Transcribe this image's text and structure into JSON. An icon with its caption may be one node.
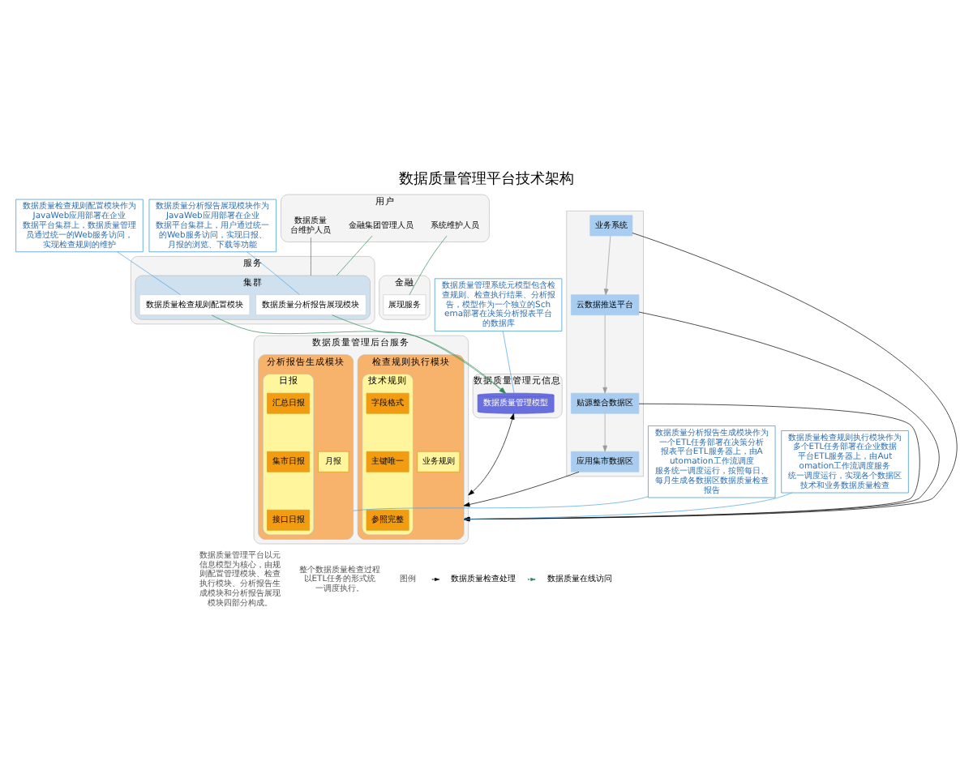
{
  "diagram": {
    "title": "数据质量管理平台技术架构",
    "nodes": [
      {
        "text": [],
        "shape": "box"
      },
      {
        "text": [
          "应用集市数据区"
        ],
        "in": 0
      },
      {
        "text": [
          "贴源整合数据区"
        ],
        "in": 0
      },
      {
        "text": [
          "云数据推送平台"
        ],
        "in": 0
      },
      {
        "text": [
          "业务系统"
        ],
        "in": 0
      },
      {
        "text": [
          "数据质量管理元信息"
        ]
      },
      {
        "text": [
          "数据质量管理模型"
        ],
        "in": 5
      },
      {
        "text": [
          "数据质量管理后台服务"
        ]
      },
      {
        "text": [
          "检查规则执行模块"
        ],
        "in": 7
      },
      {
        "text": [
          "业务规则"
        ],
        "in": 8
      },
      {
        "text": [
          "技术规则"
        ],
        "in": 8
      },
      {
        "text": [
          "字段格式"
        ],
        "in": 10
      },
      {
        "text": [
          "主键唯一"
        ],
        "in": 10
      },
      {
        "text": [
          "参照完整"
        ],
        "in": 10
      },
      {
        "text": [
          "分析报告生成模块"
        ],
        "in": 7
      },
      {
        "text": [
          "月报"
        ],
        "in": 14
      },
      {
        "text": [
          "日报"
        ],
        "in": 14
      },
      {
        "text": [
          "汇总日报"
        ],
        "in": 16
      },
      {
        "text": [
          "集市日报"
        ],
        "in": 16
      },
      {
        "text": [
          "接口日报"
        ],
        "in": 16
      },
      {
        "text": [
          "服务"
        ]
      },
      {
        "text": [
          "集群"
        ],
        "in": 20
      },
      {
        "text": [
          "数据质量检查规则配置模块"
        ],
        "in": 21
      },
      {
        "text": [
          "数据质量分析报告展现模块"
        ],
        "in": 21
      },
      {
        "text": [
          "金融"
        ]
      },
      {
        "text": [
          "展现服务"
        ],
        "in": 24
      },
      {
        "text": [
          "用户"
        ]
      },
      {
        "text": [
          "金融集团管理人员"
        ],
        "in": 26
      },
      {
        "text": [
          "数据质量",
          "台维护人员"
        ],
        "in": 26
      },
      {
        "text": [
          "系统维护人员"
        ],
        "in": 26
      },
      {
        "text": [
          "数据质量管理系统元模型包含检查规则、检查执行结果、分析报告，模型作为一个独立的Schema部署在决策分析报表平台的数据库"
        ]
      },
      {
        "text": [
          "数据质量检查规则配置模块作为JavaWeb应用部署在企业数据平台集群上，数据质量管理员通过统一的Web服务访问，实现检查规则的维护"
        ]
      },
      {
        "text": [
          "数据质量检查规则执行模块作为多个ETL任务部署在企业数据平台ETL服务器上，由Automation工作流调度服务统一调度运行，实现各个数据区技术和业务数据质量检查"
        ]
      },
      {
        "text": [
          "数据质量分析报告展现模块作为JavaWeb应用部署在企业数据平台集群上，用户通过统一的Web服务访问，实现日报、月报的浏览、下载等功能"
        ]
      },
      {
        "text": [
          "数据质量分析报告生成模块作为一个ETL任务部署在决策分析报表平台ETL服务器上，由Automation工作流调度服务统一调度运行，按照每日、每月生成各数据区数据质量检查报告"
        ]
      }
    ],
    "edges": [
      {
        "from": 4,
        "to": 3,
        "arrow": "to",
        "color": "#999999"
      },
      {
        "from": 3,
        "to": 2,
        "arrow": "to",
        "color": "#999999"
      },
      {
        "from": 2,
        "to": 1,
        "arrow": "to",
        "color": "#999999"
      },
      {
        "from": 1,
        "to": 8,
        "arrow": "to"
      },
      {
        "from": 2,
        "to": 8,
        "arrow": "to"
      },
      {
        "from": 3,
        "to": 8,
        "arrow": "to"
      },
      {
        "from": 4,
        "to": 8,
        "arrow": "to"
      },
      {
        "from": 6,
        "to": 7,
        "arrow": "both"
      },
      {
        "from": 22,
        "to": 6,
        "arrow": "to",
        "color": "#2e8b57"
      },
      {
        "from": 23,
        "to": 6,
        "arrow": "to",
        "color": "#2e8b57"
      },
      {
        "from": 27,
        "to": 21,
        "arrow": "none",
        "color": "#2e8b57"
      },
      {
        "from": 28,
        "to": 21,
        "arrow": "none",
        "color": "#2e8b57"
      },
      {
        "from": 29,
        "to": 25,
        "arrow": "none",
        "color": "#2e8b57"
      },
      {
        "from": 30,
        "to": 6,
        "arrow": "none",
        "color": "#4aa3df"
      },
      {
        "from": 31,
        "to": 22,
        "arrow": "none",
        "color": "#4aa3df"
      },
      {
        "from": 32,
        "to": 8,
        "arrow": "none",
        "color": "#4aa3df"
      },
      {
        "from": 33,
        "to": 23,
        "arrow": "none",
        "color": "#4aa3df"
      },
      {
        "from": 34,
        "to": 14,
        "arrow": "none",
        "color": "#4aa3df"
      }
    ],
    "labels": [
      "数据质量管理平台以元信息模型为核心，由规则配置管理模块、检查执行模块、分析报告生成模块和分析报告展现模块四部分构成。",
      "整个数据质量检查过程以ETL任务的形式统一调度执行。",
      "图例"
    ],
    "legend": [
      {
        "text": "数据质量检查处理"
      },
      {
        "text": "数据质量在线访问"
      }
    ]
  }
}
